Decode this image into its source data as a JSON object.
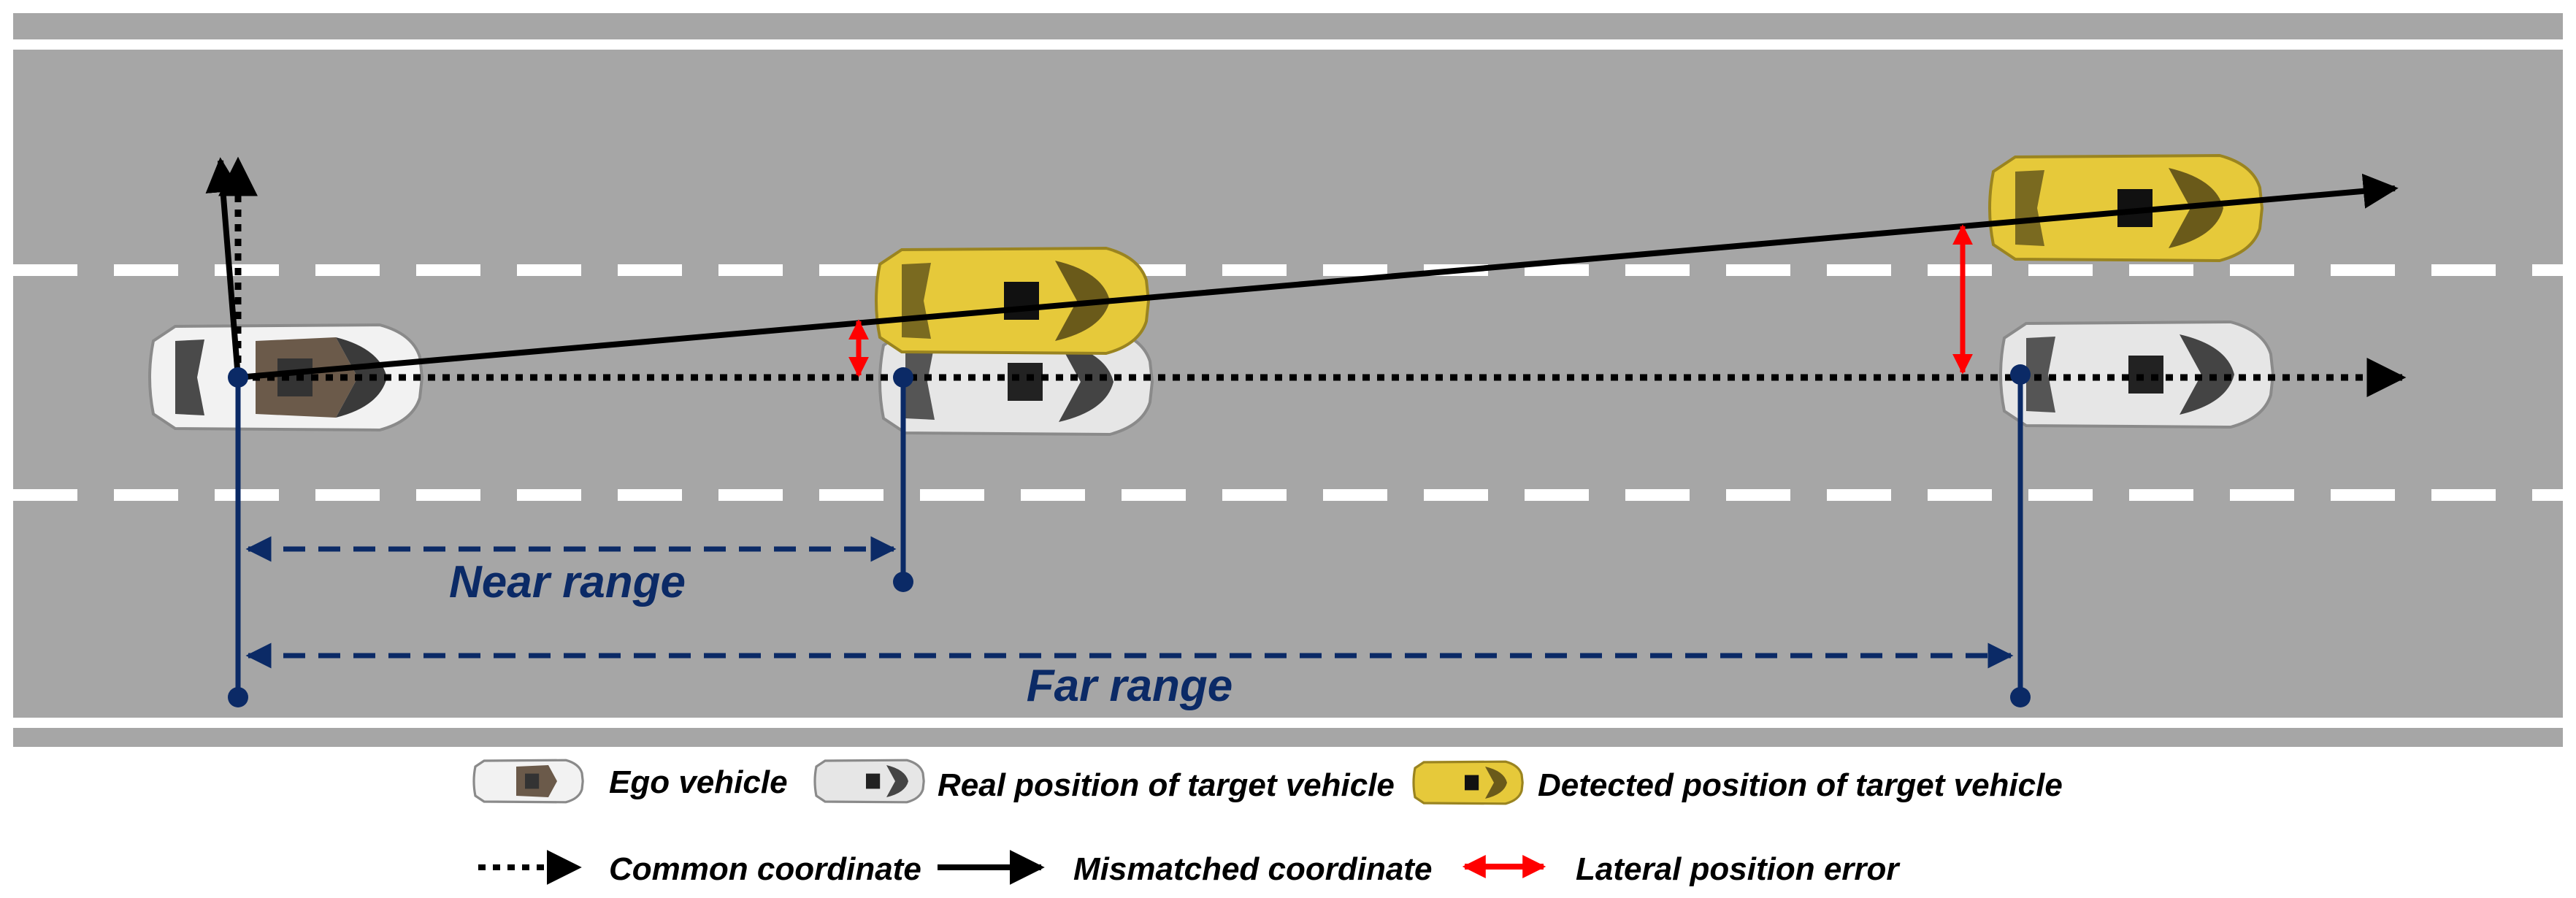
{
  "labels": {
    "near_range": "Near range",
    "far_range": "Far range"
  },
  "legend": {
    "ego_vehicle": "Ego vehicle",
    "real_position": "Real position of target vehicle",
    "detected_position": "Detected position of target vehicle",
    "common_coordinate": "Common coordinate",
    "mismatched_coordinate": "Mismatched coordinate",
    "lateral_position_error": "Lateral position error"
  },
  "colors": {
    "road": "#a6a6a6",
    "lane_marking": "#ffffff",
    "range_blue": "#0b2a66",
    "error_red": "#ff0000",
    "axis_black": "#000000",
    "detected_car": "#e6c93a",
    "real_car": "#e2e2e2"
  },
  "icons": {
    "ego": "car-top-view-icon",
    "real": "car-top-view-icon",
    "detected": "car-top-view-icon"
  }
}
